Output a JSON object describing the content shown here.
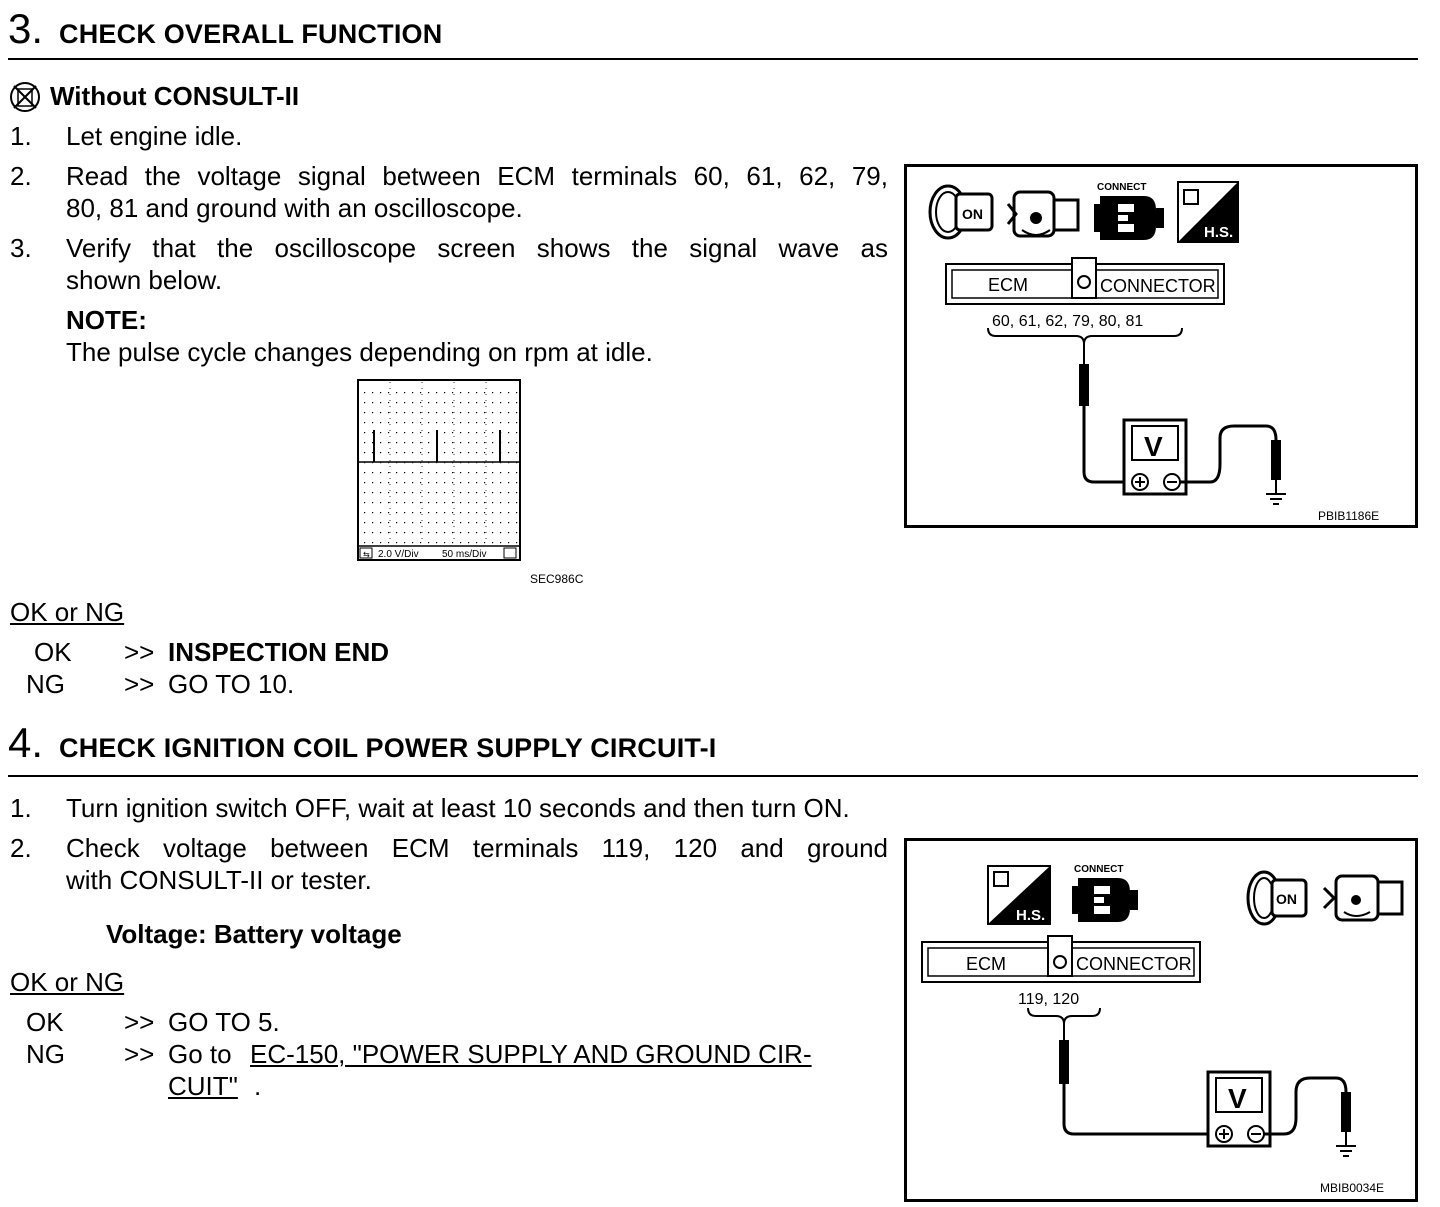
{
  "step3": {
    "number": "3.",
    "title": "CHECK OVERALL FUNCTION",
    "subheading": "Without CONSULT-II",
    "items": [
      {
        "n": "1.",
        "text": "Let engine idle."
      },
      {
        "n": "2.",
        "line1": "Read the voltage signal between ECM terminals 60, 61, 62, 79,",
        "line2": "80, 81 and ground with an oscilloscope."
      },
      {
        "n": "3.",
        "line1": "Verify that the oscilloscope screen shows the signal wave as",
        "line2": "shown below."
      }
    ],
    "note_label": "NOTE:",
    "note_text": "The pulse cycle changes depending on rpm at idle.",
    "scope": {
      "volt_div": "2.0 V/Div",
      "time_div": "50 ms/Div",
      "code": "SEC986C"
    },
    "diagram": {
      "ecm": "ECM",
      "connector": "CONNECTOR",
      "connect_label": "CONNECT",
      "hs_label": "H.S.",
      "on_label": "ON",
      "terminals": "60, 61, 62, 79, 80, 81",
      "meter": "V",
      "code": "PBIB1186E"
    },
    "ok_ng": "OK or NG",
    "ok_label": "OK",
    "ok_result": "INSPECTION END",
    "ng_label": "NG",
    "ng_result": "GO TO 10.",
    "arrow": ">>"
  },
  "step4": {
    "number": "4.",
    "title": "CHECK IGNITION COIL POWER SUPPLY CIRCUIT-I",
    "items": [
      {
        "n": "1.",
        "text": "Turn ignition switch OFF, wait at least 10 seconds and then turn ON."
      },
      {
        "n": "2.",
        "line1": "Check voltage between ECM terminals 119, 120 and ground",
        "line2": "with CONSULT-II or tester."
      }
    ],
    "spec": "Voltage: Battery voltage",
    "diagram": {
      "ecm": "ECM",
      "connector": "CONNECTOR",
      "connect_label": "CONNECT",
      "hs_label": "H.S.",
      "on_label": "ON",
      "terminals": "119, 120",
      "meter": "V",
      "code": "MBIB0034E"
    },
    "ok_ng": "OK or NG",
    "ok_label": "OK",
    "ok_result": "GO TO 5.",
    "ng_label": "NG",
    "ng_prefix": "Go to",
    "ng_link_line1": "EC-150, \"POWER SUPPLY AND GROUND CIR-",
    "ng_link_line2": "CUIT\"",
    "ng_suffix": ".",
    "arrow": ">>"
  }
}
